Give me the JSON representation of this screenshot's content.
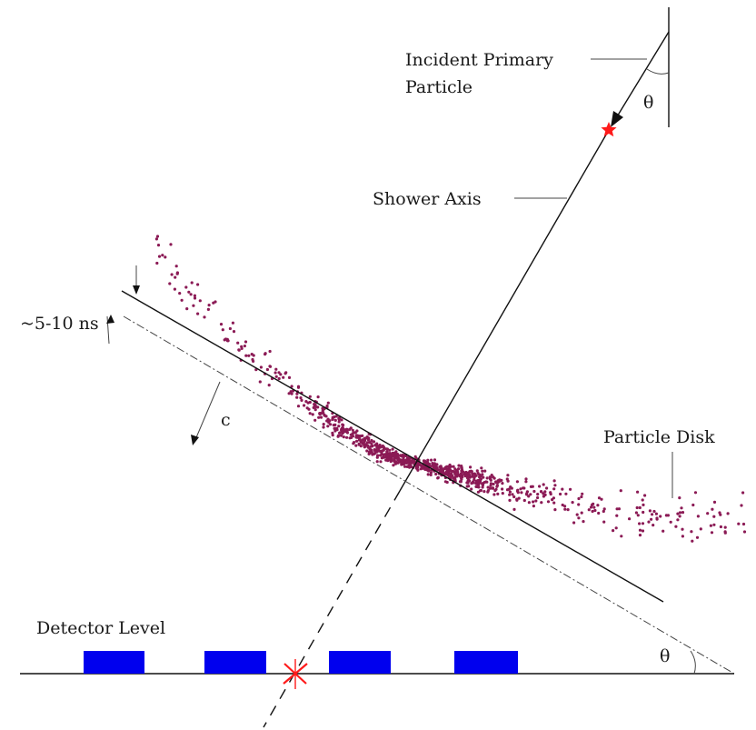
{
  "labels": {
    "incident_line1": "Incident Primary",
    "incident_line2": "Particle",
    "theta_top": "θ",
    "theta_bottom": "θ",
    "shower_axis": "Shower Axis",
    "time_width": "~5-10 ns",
    "speed": "c",
    "particle_disk": "Particle Disk",
    "detector_level": "Detector Level"
  },
  "colors": {
    "particles": "#8b1a55",
    "detector": "#0000ee",
    "marker": "#ff1a1a",
    "ink": "#111111"
  },
  "icons": {
    "first_interaction": "star-marker",
    "core_impact": "star-marker"
  },
  "detectors_count": 4
}
